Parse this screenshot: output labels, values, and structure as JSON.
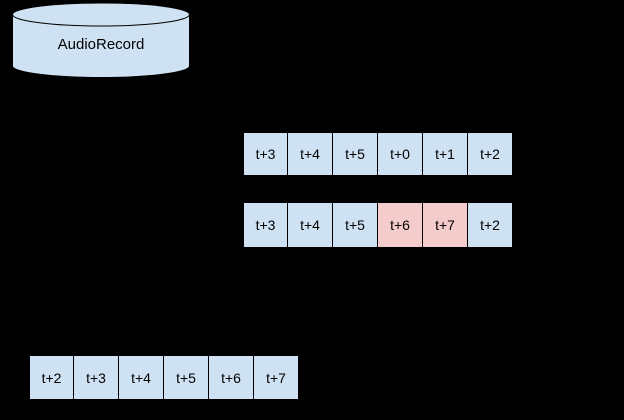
{
  "background": "#000000",
  "colors": {
    "background": "#000000",
    "cell_blue": "#cfe2f3",
    "cell_pink": "#f4cccc",
    "stroke": "#000000",
    "text": "#000000"
  },
  "cylinder": {
    "label": "AudioRecord"
  },
  "rows": [
    {
      "id": "row-top",
      "cells": [
        {
          "label": "t+3",
          "highlight": false
        },
        {
          "label": "t+4",
          "highlight": false
        },
        {
          "label": "t+5",
          "highlight": false
        },
        {
          "label": "t+0",
          "highlight": false
        },
        {
          "label": "t+1",
          "highlight": false
        },
        {
          "label": "t+2",
          "highlight": false
        }
      ]
    },
    {
      "id": "row-middle",
      "cells": [
        {
          "label": "t+3",
          "highlight": false
        },
        {
          "label": "t+4",
          "highlight": false
        },
        {
          "label": "t+5",
          "highlight": false
        },
        {
          "label": "t+6",
          "highlight": true
        },
        {
          "label": "t+7",
          "highlight": true
        },
        {
          "label": "t+2",
          "highlight": false
        }
      ]
    },
    {
      "id": "row-bottom",
      "cells": [
        {
          "label": "t+2",
          "highlight": false
        },
        {
          "label": "t+3",
          "highlight": false
        },
        {
          "label": "t+4",
          "highlight": false
        },
        {
          "label": "t+5",
          "highlight": false
        },
        {
          "label": "t+6",
          "highlight": false
        },
        {
          "label": "t+7",
          "highlight": false
        }
      ]
    }
  ]
}
